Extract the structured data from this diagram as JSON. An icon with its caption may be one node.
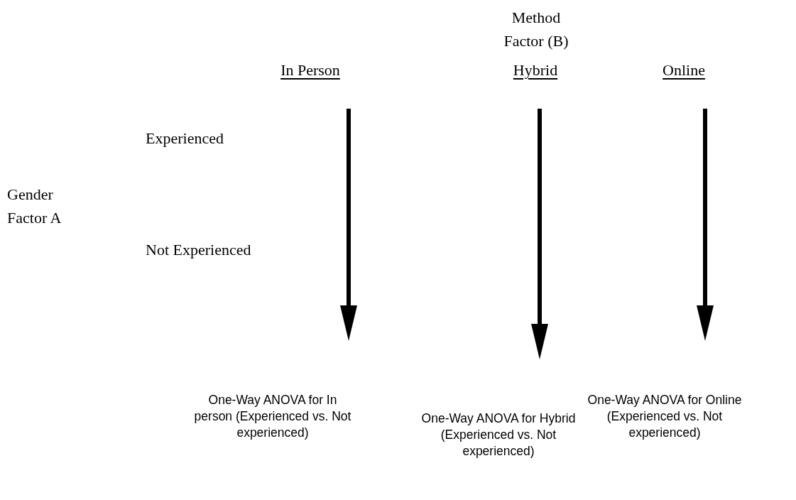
{
  "diagram": {
    "nodes": [
      {
        "text": [
          "In Person"
        ]
      },
      {
        "text": [
          "Hybrid"
        ]
      },
      {
        "text": [
          "Online"
        ]
      },
      {
        "text": [
          "One-Way ANOVA for In person (Experienced vs. Not experienced)"
        ]
      },
      {
        "text": [
          "One-Way ANOVA for Hybrid (Experienced vs. Not experienced)"
        ]
      },
      {
        "text": [
          "One-Way ANOVA for Online (Experienced vs. Not experienced)"
        ]
      }
    ],
    "edges": [
      {
        "from": 0,
        "to": 3,
        "arrow": "to"
      },
      {
        "from": 1,
        "to": 4,
        "arrow": "to"
      },
      {
        "from": 2,
        "to": 5,
        "arrow": "to"
      }
    ],
    "labels": [
      "Method Factor (B)",
      "Experienced",
      "Gender Factor A",
      "Not Experienced"
    ]
  }
}
